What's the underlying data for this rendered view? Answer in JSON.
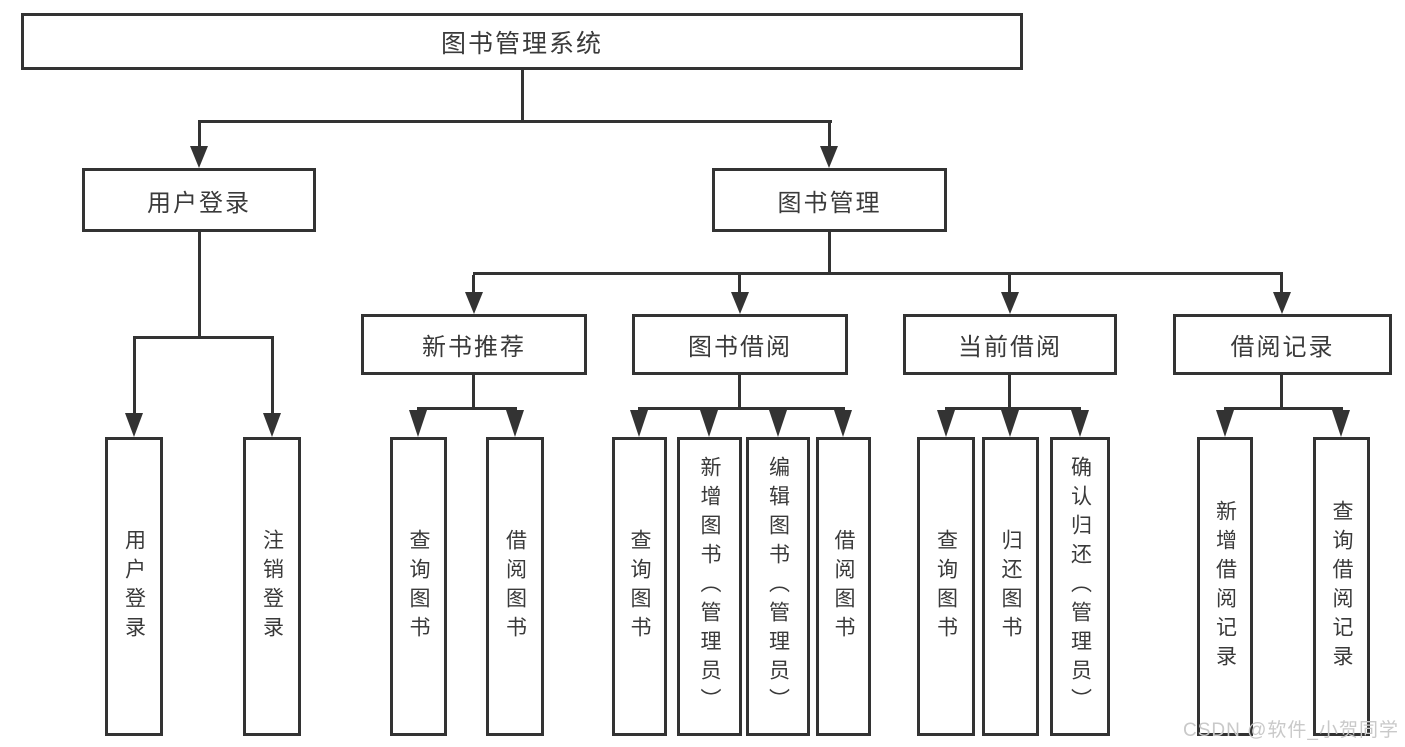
{
  "diagram": {
    "title": "图书管理系统",
    "type": "function-structure-tree",
    "colors": {
      "line": "#333333",
      "text": "#3a3a3a",
      "background": "#ffffff",
      "watermark": "#c9c9c9"
    },
    "tree": {
      "root": {
        "label": "图书管理系统",
        "children": [
          {
            "label": "用户登录",
            "children": [
              {
                "label": "用户登录"
              },
              {
                "label": "注销登录"
              }
            ]
          },
          {
            "label": "图书管理",
            "children": [
              {
                "label": "新书推荐",
                "children": [
                  {
                    "label": "查询图书"
                  },
                  {
                    "label": "借阅图书"
                  }
                ]
              },
              {
                "label": "图书借阅",
                "children": [
                  {
                    "label": "查询图书"
                  },
                  {
                    "label": "新增图书（管理员）"
                  },
                  {
                    "label": "编辑图书（管理员）"
                  },
                  {
                    "label": "借阅图书"
                  }
                ]
              },
              {
                "label": "当前借阅",
                "children": [
                  {
                    "label": "查询图书"
                  },
                  {
                    "label": "归还图书"
                  },
                  {
                    "label": "确认归还（管理员）"
                  }
                ]
              },
              {
                "label": "借阅记录",
                "children": [
                  {
                    "label": "新增借阅记录"
                  },
                  {
                    "label": "查询借阅记录"
                  }
                ]
              }
            ]
          }
        ]
      }
    }
  },
  "watermark": {
    "text": "CSDN @软件_小贺同学"
  }
}
